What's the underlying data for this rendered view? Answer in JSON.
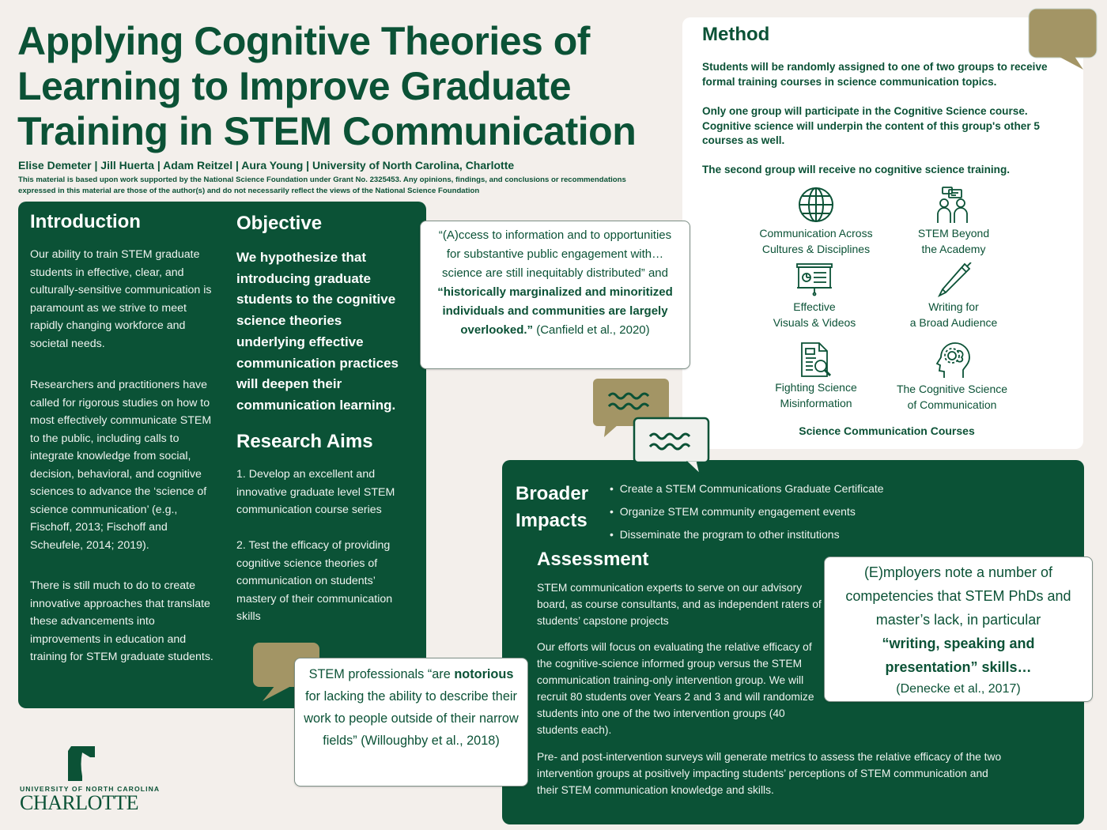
{
  "poster": {
    "title_lines": [
      "Applying Cognitive Theories of",
      "Learning to Improve Graduate",
      "Training in STEM Communication"
    ],
    "authors": "Elise Demeter | Jill Huerta | Adam Reitzel | Aura Young | University of North Carolina, Charlotte",
    "disclaimer": "This material is based upon work supported by the National Science Foundation under Grant No. 2325453. Any opinions, findings, and conclusions or recommendations expressed in this material are those of the author(s) and do not necessarily reflect the views of the National Science Foundation"
  },
  "colors": {
    "background": "#f3efeb",
    "brand_green": "#0b5236",
    "gold": "#a39565",
    "white": "#ffffff"
  },
  "method": {
    "heading": "Method",
    "paragraphs": [
      "Students will be randomly assigned to one of two groups to receive formal training courses in science communication topics.",
      "Only one group will participate in the Cognitive Science course. Cognitive science will underpin the content of this group's other 5 courses as well.",
      "The second group will receive no cognitive science training."
    ],
    "courses": [
      {
        "line1": "Communication Across",
        "line2": "Cultures & Disciplines",
        "icon": "globe-icon"
      },
      {
        "line1": "STEM Beyond",
        "line2": "the Academy",
        "icon": "people-talking-icon"
      },
      {
        "line1": "Effective",
        "line2": "Visuals & Videos",
        "icon": "presentation-board-icon"
      },
      {
        "line1": "Writing for",
        "line2": "a Broad Audience",
        "icon": "pen-icon"
      },
      {
        "line1": "Fighting Science",
        "line2": "Misinformation",
        "icon": "document-search-icon"
      },
      {
        "line1": "The Cognitive Science",
        "line2": "of Communication",
        "icon": "head-gear-icon"
      }
    ],
    "courses_caption": "Science Communication Courses"
  },
  "introduction": {
    "heading": "Introduction",
    "paragraphs": [
      "Our ability to train STEM graduate students in effective, clear, and culturally-sensitive communication is paramount as we strive to meet rapidly changing workforce and societal needs.",
      "Researchers and practitioners have called for rigorous studies on how to most effectively communicate STEM to the public, including calls to integrate knowledge from social, decision, behavioral, and cognitive sciences to advance the ‘science of science communication’ (e.g., Fischoff, 2013; Fischoff and Scheufele, 2014; 2019).",
      "There is still much to do to create innovative approaches that translate these advancements into improvements in education and training for STEM graduate students."
    ]
  },
  "objective": {
    "heading": "Objective",
    "text": "We hypothesize that introducing graduate students to the cognitive science theories underlying effective communication practices will deepen their communication learning."
  },
  "research_aims": {
    "heading": "Research Aims",
    "items": [
      "1. Develop an excellent and innovative graduate level STEM communication course series",
      "2. Test the efficacy of providing cognitive science theories of communication on students’ mastery of their communication skills"
    ]
  },
  "quotes": {
    "canfield": {
      "normal": "“(A)ccess to information and to opportunities for substantive public engagement with…science are still inequitably distributed” and ",
      "bold": "“historically marginalized and minoritized individuals and communities are largely overlooked.”",
      "cite": "(Canfield et al., 2020)"
    },
    "willoughby": {
      "pre": "STEM professionals “are ",
      "bold": "notorious",
      "post": " for lacking the ability to describe their work to people outside of their narrow fields” (Willoughby et al., 2018)"
    },
    "denecke": {
      "normal": "(E)mployers note a number of competencies that STEM PhDs and master’s lack, in particular",
      "bold": "“writing, speaking and presentation” skills…",
      "cite": "(Denecke et al., 2017)"
    }
  },
  "broader_impacts": {
    "heading_line1": "Broader",
    "heading_line2": "Impacts",
    "items": [
      "Create a STEM Communications Graduate Certificate",
      "Organize STEM community engagement events",
      "Disseminate the program to other institutions"
    ]
  },
  "assessment": {
    "heading": "Assessment",
    "paragraphs": [
      "STEM communication experts to serve on our advisory board, as course consultants, and as independent raters of students’ capstone projects",
      "Our efforts will focus on evaluating the relative efficacy of the cognitive-science informed group versus the STEM communication training-only intervention group. We will recruit 80 students over Years 2 and 3 and will randomize students into one of the two intervention groups (40 students each).",
      "Pre- and post-intervention surveys will generate metrics to assess the relative efficacy of the two intervention groups at positively impacting students’ perceptions of STEM communication and their STEM communication knowledge and skills."
    ]
  },
  "logo": {
    "line1": "UNIVERSITY OF NORTH CAROLINA",
    "line2": "CHARLOTTE"
  }
}
